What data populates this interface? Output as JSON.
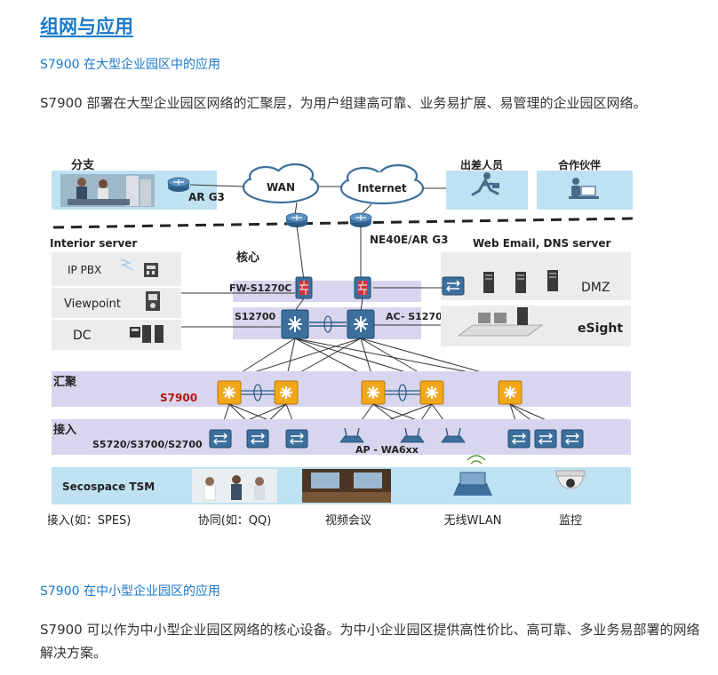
{
  "page": {
    "heading": "组网与应用",
    "section1_title": "S7900 在大型企业园区中的应用",
    "section1_text": "S7900 部署在大型企业园区网络的汇聚层，为用户组建高可靠、业务易扩展、易管理的企业园区网络。",
    "section2_title": "S7900 在中小型企业园区的应用",
    "section2_text": "S7900 可以作为中小型企业园区网络的核心设备。为中小企业园区提供高性价比、高可靠、多业务易部署的网络解决方案。"
  },
  "diagram": {
    "branch": "分支",
    "branch_router": "AR G3",
    "wan": "WAN",
    "internet": "Internet",
    "traveler": "出差人员",
    "partner": "合作伙伴",
    "edge_router": "NE40E/AR G3",
    "interior_server": "Interior server",
    "web_email_dns": "Web Email, DNS server",
    "ip_pbx": "IP PBX",
    "viewpoint": "Viewpoint",
    "dc": "DC",
    "core": "核心",
    "firewall": "FW-S1270C",
    "core_switch": "S12700",
    "ac_switch": "AC- S12700",
    "dmz": "DMZ",
    "esight": "eSight",
    "aggregation": "汇聚",
    "aggregation_model": "S7900",
    "access": "接入",
    "access_models": "S5720/S3700/S2700",
    "ap_model": "AP - WA6xx",
    "tsm": "Secospace TSM",
    "captions": [
      "接入(如：SPES)",
      "协同(如：QQ)",
      "视频会议",
      "无线WLAN",
      "监控"
    ],
    "colors": {
      "blue_band": "#bfe2f3",
      "purple_band": "#d8d6ee",
      "gray_box": "#ececec",
      "switch_blue": "#3c6f9c",
      "switch_orange": "#f2a71b",
      "firewall_red": "#d3343a",
      "aggregation_text": "#b01818"
    }
  }
}
